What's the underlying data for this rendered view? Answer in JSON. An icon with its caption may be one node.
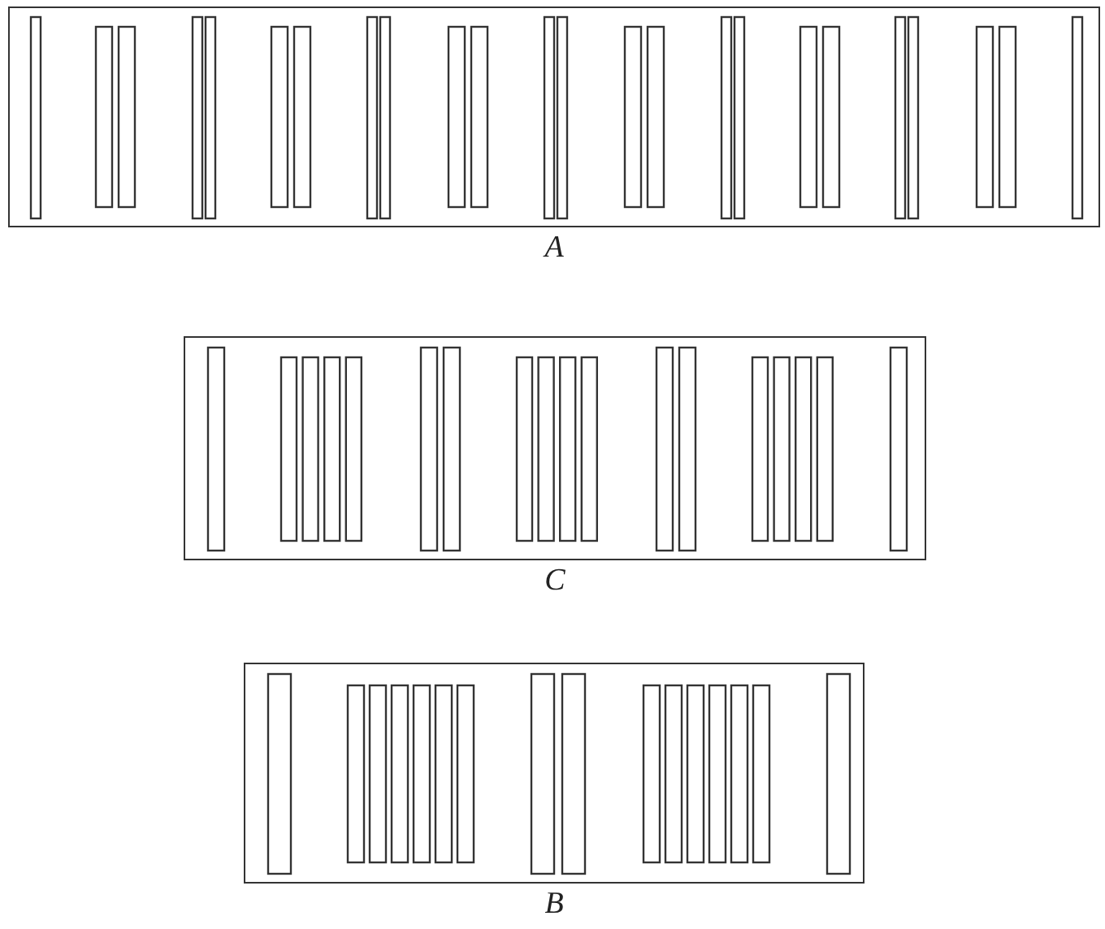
{
  "diagram": {
    "nodes": [
      {
        "text": [
          "A"
        ]
      },
      {
        "text": [
          "C"
        ]
      },
      {
        "text": [
          "B"
        ]
      }
    ]
  }
}
